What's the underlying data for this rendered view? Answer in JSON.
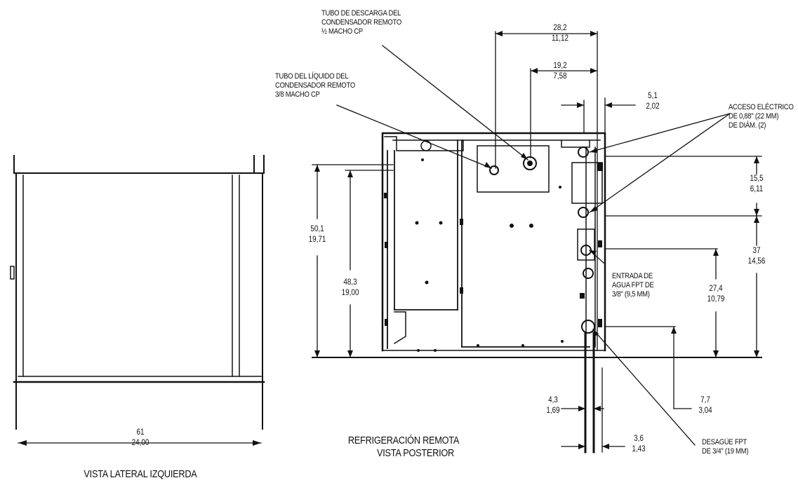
{
  "callouts": {
    "discharge_line": [
      "TUBO DE DESCARGA DEL",
      "CONDENSADOR REMOTO",
      "½ MACHO CP"
    ],
    "liquid_line": [
      "TUBO DEL LÍQUIDO DEL",
      "CONDENSADOR REMOTO",
      "3/8 MACHO CP"
    ],
    "electrical_access": [
      "ACCESO ELÉCTRICO",
      "DE 0,88\" (22 MM)",
      "DE DIÁM. (2)"
    ],
    "water_inlet": [
      "ENTRADA DE",
      "AGUA FPT DE",
      "3/8\" (9,5 MM)"
    ],
    "drain": [
      "DESAGÜE FPT",
      "DE 3/4\" (19 MM)"
    ]
  },
  "dimensions": {
    "d_28_2": [
      "28,2",
      "11,12"
    ],
    "d_19_2": [
      "19,2",
      "7,58"
    ],
    "d_5_1": [
      "5,1",
      "2,02"
    ],
    "d_15_5": [
      "15,5",
      "6,11"
    ],
    "d_37": [
      "37",
      "14,56"
    ],
    "d_27_4": [
      "27,4",
      "10,79"
    ],
    "d_50_1": [
      "50,1",
      "19,71"
    ],
    "d_48_3": [
      "48,3",
      "19,00"
    ],
    "d_4_3": [
      "4,3",
      "1,69"
    ],
    "d_7_7": [
      "7,7",
      "3,04"
    ],
    "d_3_6": [
      "3,6",
      "1,43"
    ],
    "d_61": [
      "61",
      "24,00"
    ]
  },
  "captions": {
    "rear_view": [
      "REFRIGERACIÓN REMOTA",
      "VISTA POSTERIOR"
    ],
    "side_view": "VISTA LATERAL IZQUIERDA"
  }
}
